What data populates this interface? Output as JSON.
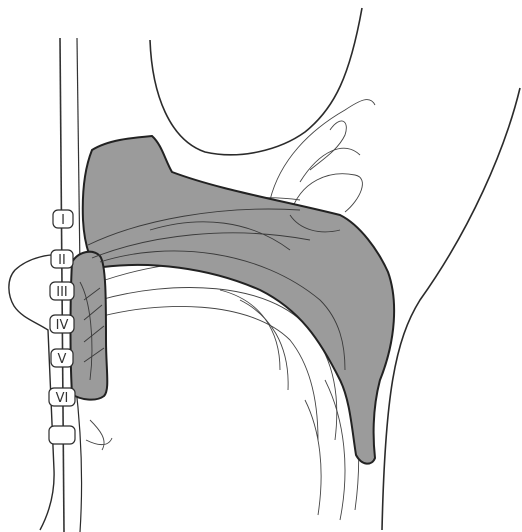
{
  "colors": {
    "background": "#ffffff",
    "line": "#2b2b2b",
    "shade_fill": "#9b9b9b",
    "shade_stroke": "#222222"
  },
  "vertebra_labels": [
    {
      "id": "I",
      "text": "I"
    },
    {
      "id": "II",
      "text": "II"
    },
    {
      "id": "III",
      "text": "III"
    },
    {
      "id": "IV",
      "text": "IV"
    },
    {
      "id": "V",
      "text": "V"
    },
    {
      "id": "VI",
      "text": "VI"
    },
    {
      "id": "VII",
      "text": ""
    }
  ]
}
